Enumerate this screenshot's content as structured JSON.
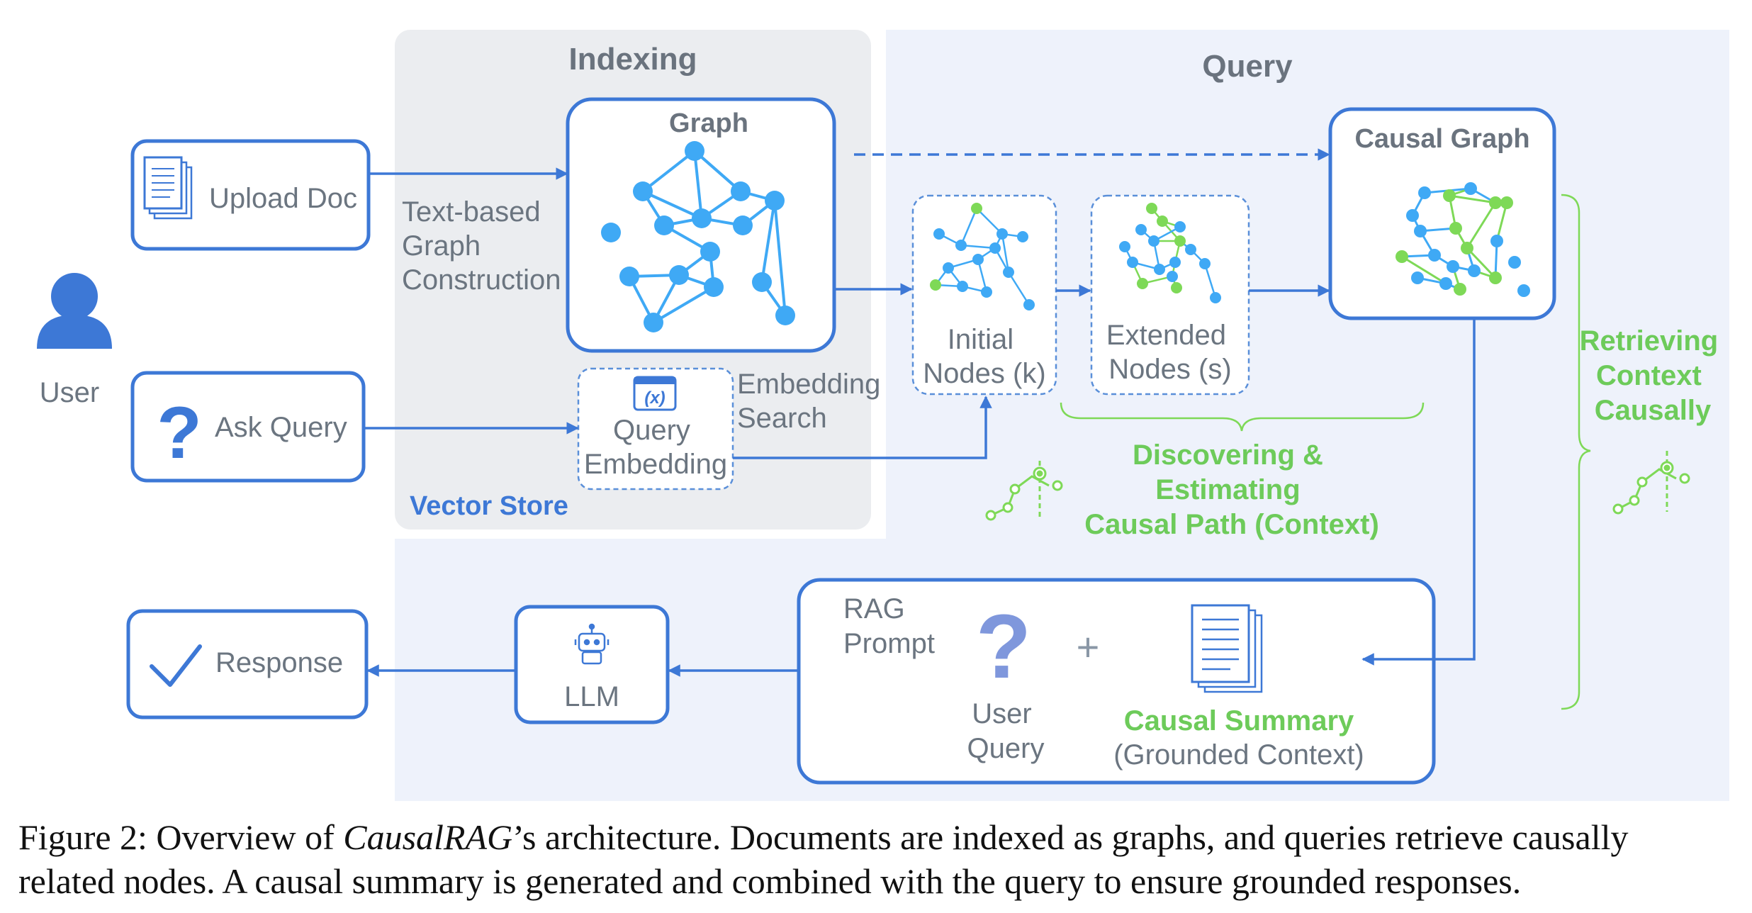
{
  "sections": {
    "indexing": "Indexing",
    "query": "Query",
    "vector_store": "Vector Store"
  },
  "user": {
    "label": "User"
  },
  "inputs": {
    "upload_doc": "Upload Doc",
    "ask_query": "Ask Query",
    "response": "Response"
  },
  "indexing": {
    "graph_title": "Graph",
    "construction_line1": "Text-based",
    "construction_line2": "Graph",
    "construction_line3": "Construction",
    "embedding_line1": "Query",
    "embedding_line2": "Embedding",
    "search_line1": "Embedding",
    "search_line2": "Search"
  },
  "query": {
    "initial_line1": "Initial",
    "initial_line2": "Nodes (k)",
    "extended_line1": "Extended",
    "extended_line2": "Nodes (s)",
    "causal_graph": "Causal Graph",
    "discover_line1": "Discovering &",
    "discover_line2": "Estimating",
    "discover_line3": "Causal Path (Context)",
    "retrieve_line1": "Retrieving",
    "retrieve_line2": "Context",
    "retrieve_line3": "Causally"
  },
  "prompt": {
    "rag_line1": "RAG",
    "rag_line2": "Prompt",
    "plus": "+",
    "user_query_line1": "User",
    "user_query_line2": "Query",
    "summary_title": "Causal Summary",
    "summary_sub": "(Grounded Context)"
  },
  "llm": {
    "label": "LLM"
  },
  "caption": {
    "prefix": "Figure 2: Overview of ",
    "name": "CausalRAG",
    "rest_line1": "’s architecture. Documents are indexed as graphs, and queries retrieve causally",
    "line2": "related nodes. A causal summary is generated and combined with the query to ensure grounded responses."
  },
  "colors": {
    "blue": "#3d78d6",
    "node_blue": "#3fa9f5",
    "node_green": "#7ed957",
    "green_text": "#6dcb5a",
    "gray_text": "#6b7580",
    "indexing_bg": "#ebedf0",
    "query_bg": "#eef2fb"
  }
}
